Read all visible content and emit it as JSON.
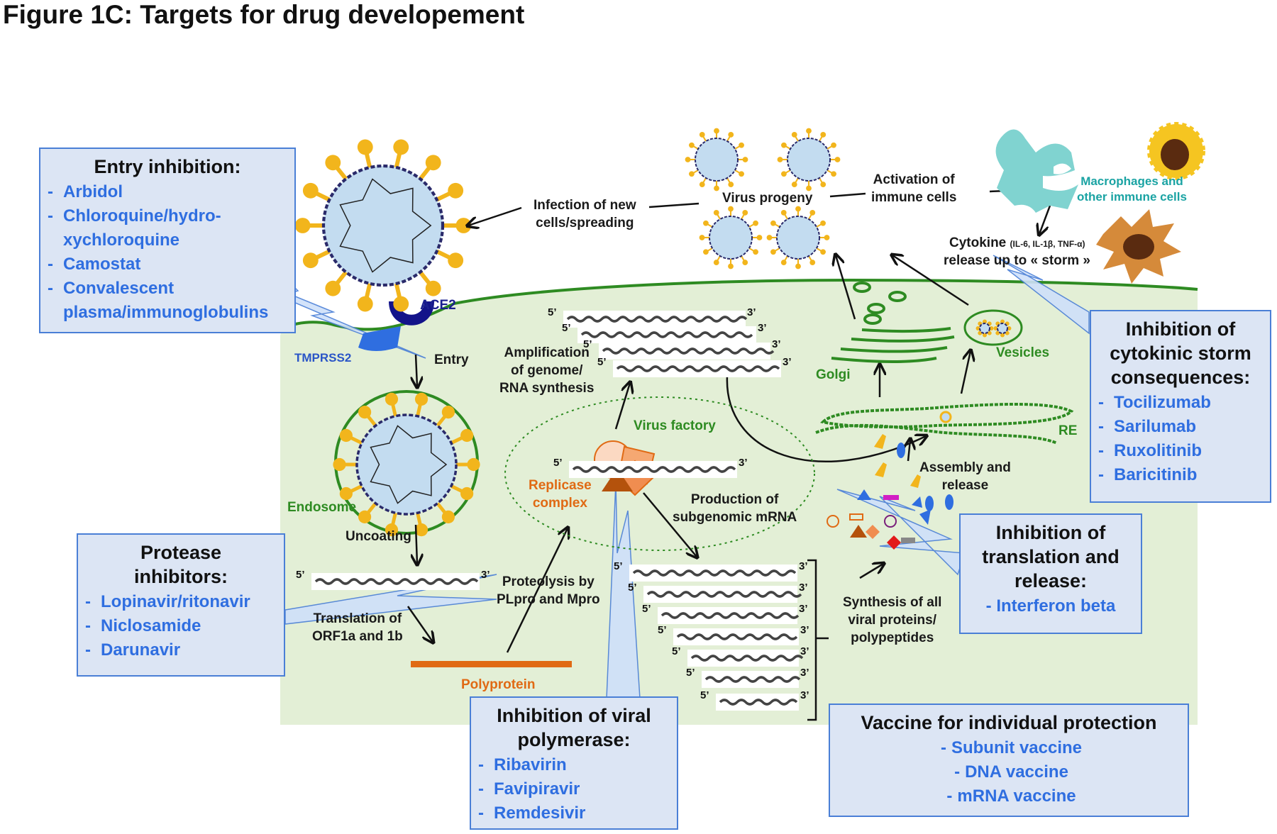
{
  "figure_title": "Figure 1C: Targets for drug developement",
  "labels": {
    "ace2": "ACE2",
    "tmprss2": "TMPRSS2",
    "entry": "Entry",
    "endosome": "Endosome",
    "uncoating": "Uncoating",
    "translation": "Translation of\nORF1a and 1b",
    "polyprotein": "Polyprotein",
    "proteolysis": "Proteolysis by\nPLpro and Mpro",
    "amplification": "Amplification\nof genome/\nRNA synthesis",
    "virus_factory": "Virus factory",
    "replicase": "Replicase\ncomplex",
    "production_subgenomic": "Production of\nsubgenomic mRNA",
    "synthesis": "Synthesis of all\nviral proteins/\npolypeptides",
    "assembly": "Assembly and\nrelease",
    "golgi": "Golgi",
    "vesicles": "Vesicles",
    "re": "RE",
    "infection_new_cells": "Infection of new\ncells/spreading",
    "virus_progeny": "Virus progeny",
    "activation_immune": "Activation of\nimmune cells",
    "macrophages": "Macrophages and\nother immune cells",
    "cytokine_prefix": "Cytokine",
    "cytokine_small": "(IL-6, IL-1β, TNF-α)",
    "cytokine_suffix": "release up to « storm »",
    "five_prime": "5’",
    "three_prime": "3’"
  },
  "boxes": {
    "entry": {
      "title": "Entry inhibition:",
      "items": [
        "Arbidol",
        "Chloroquine/hydro-",
        "xychloroquine",
        "Camostat",
        "Convalescent",
        "plasma/immunoglobulins"
      ]
    },
    "protease": {
      "title_1": "Protease",
      "title_2": "inhibitors:",
      "items": [
        "Lopinavir/ritonavir",
        "Niclosamide",
        "Darunavir"
      ]
    },
    "polymerase": {
      "title_1": "Inhibition of viral",
      "title_2": "polymerase:",
      "items": [
        "Ribavirin",
        "Favipiravir",
        "Remdesivir"
      ]
    },
    "translation_release": {
      "title_1": "Inhibition of",
      "title_2": "translation and",
      "title_3": "release:",
      "items": [
        "- Interferon beta"
      ]
    },
    "cytokinic": {
      "title_1": "Inhibition of",
      "title_2": "cytokinic storm",
      "title_3": "consequences:",
      "items": [
        "Tocilizumab",
        "Sarilumab",
        "Ruxolitinib",
        "Baricitinib"
      ]
    },
    "vaccine": {
      "title": "Vaccine for individual protection",
      "items": [
        "Subunit vaccine",
        "DNA vaccine",
        "mRNA vaccine"
      ]
    }
  },
  "colors": {
    "cell_fill": "#e3efd6",
    "membrane": "#2e8b22",
    "box_fill": "#dce5f4",
    "box_border": "#4a7fd6",
    "box_text": "#2f6ee0",
    "virus_core": "#c3dcf0",
    "spike": "#f2b51c",
    "polyprotein": "#e06a14",
    "replicase": "#f08d50",
    "ace2": "#13138a",
    "tmprss2": "#2f6ee0",
    "immune_cell": "#80d3d0",
    "macrophage": "#f5c521",
    "dendritic": "#d58a3a"
  }
}
